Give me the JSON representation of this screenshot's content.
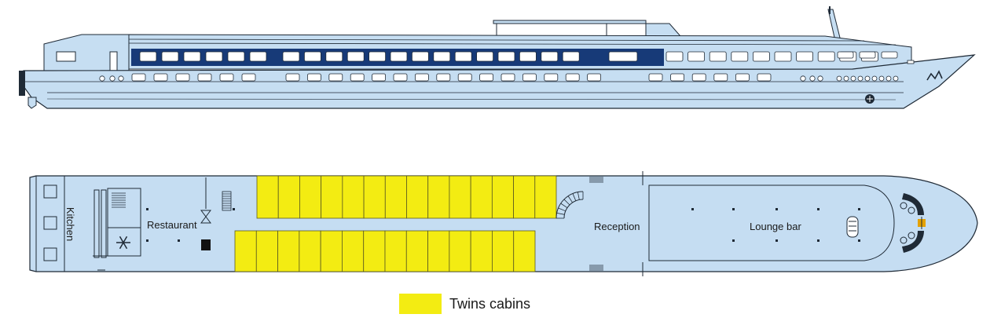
{
  "colors": {
    "hull": "#c6def2",
    "outline": "#1f2a36",
    "window_band": "#173a78",
    "deck_fill": "#c5ddf2",
    "cabin": "#f3ec12",
    "white": "#ffffff"
  },
  "labels": {
    "kitchen": "Kitchen",
    "restaurant": "Restaurant",
    "reception": "Reception",
    "lounge_bar": "Lounge bar"
  },
  "legend": {
    "twins_cabins": "Twins cabins"
  },
  "icons": {
    "freezer": "snowflake-icon",
    "hourglass": "hourglass-icon",
    "staircase": "spiral-staircase-icon",
    "logo": "crown-logo-icon"
  },
  "cabins": {
    "upper_row_count": 14,
    "lower_row_count": 14
  }
}
